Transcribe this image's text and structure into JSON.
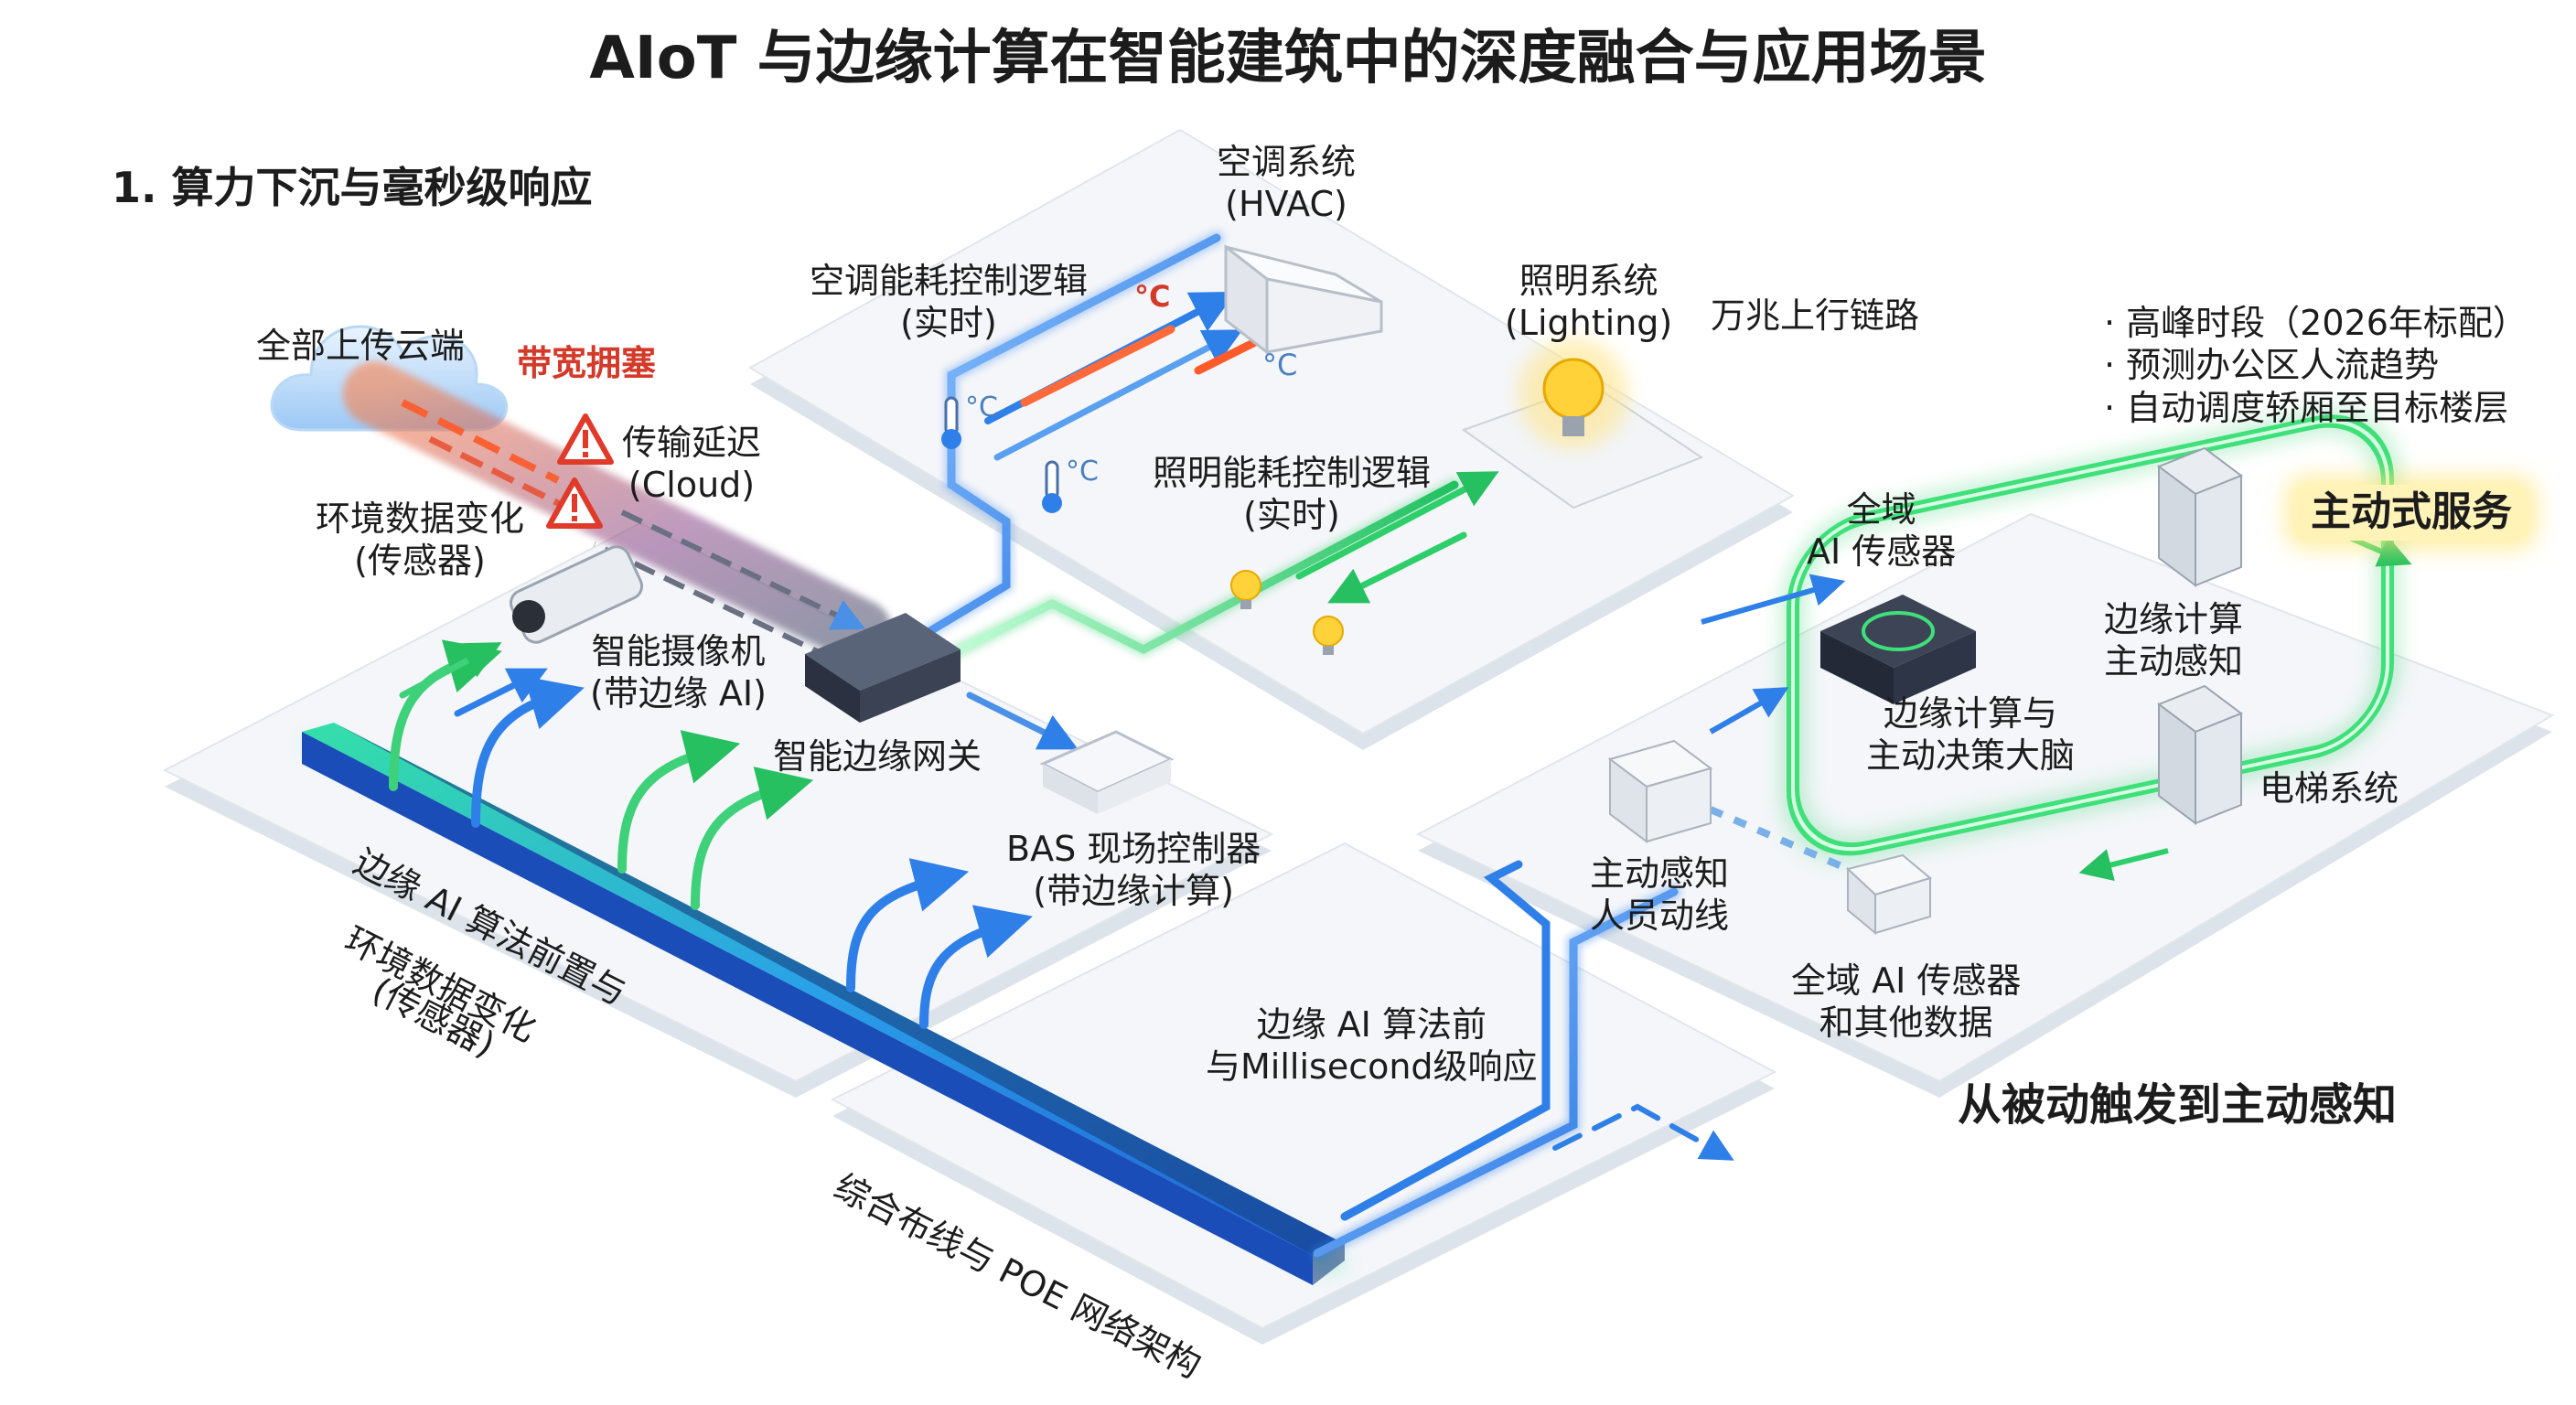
{
  "title": "AIoT 与边缘计算在智能建筑中的深度融合与应用场景",
  "section_heading": "1. 算力下沉与毫秒级响应",
  "cloud": {
    "label": "全部上传云端",
    "congestion": "带宽拥塞",
    "latency": [
      "传输延迟",
      "(Cloud)"
    ]
  },
  "sensors_env": [
    "环境数据变化",
    "(传感器)"
  ],
  "camera": [
    "智能摄像机",
    "(带边缘 AI)"
  ],
  "gateway": "智能边缘网关",
  "bas": [
    "BAS 现场控制器",
    "(带边缘计算)"
  ],
  "hvac": {
    "system": [
      "空调系统",
      "(HVAC)"
    ],
    "logic": [
      "空调能耗控制逻辑",
      "(实时)"
    ],
    "temp_symbol": "°C"
  },
  "lighting": {
    "system": [
      "照明系统",
      "(Lighting)"
    ],
    "logic": [
      "照明能耗控制逻辑",
      "(实时)"
    ]
  },
  "uplink": "万兆上行链路",
  "left_floor_caption": [
    "边缘 AI 算法前置与",
    "环境数据变化",
    "(传感器)"
  ],
  "cabling": "综合布线与 POE 网络架构",
  "edge_algo": [
    "边缘 AI 算法前",
    "与Millisecond级响应"
  ],
  "global_sensor_top": [
    "全域",
    "AI 传感器"
  ],
  "brain": [
    "边缘计算与",
    "主动决策大脑"
  ],
  "edge_sense": [
    "边缘计算",
    "主动感知"
  ],
  "proactive_service": "主动式服务",
  "elevator": "电梯系统",
  "people_flow": [
    "主动感知",
    "人员动线"
  ],
  "global_sensor_bottom": [
    "全域 AI 传感器",
    "和其他数据"
  ],
  "passive_to_active": "从被动触发到主动感知",
  "peak_bullets": [
    "· 高峰时段（2026年标配）",
    "· 预测办公区人流趋势",
    "· 自动调度轿厢至目标楼层"
  ],
  "colors": {
    "blue_flow": "#2f7fe8",
    "green_flow": "#2ecf6a",
    "warning": "#e03a2a",
    "platform": "#f1f4f8"
  }
}
